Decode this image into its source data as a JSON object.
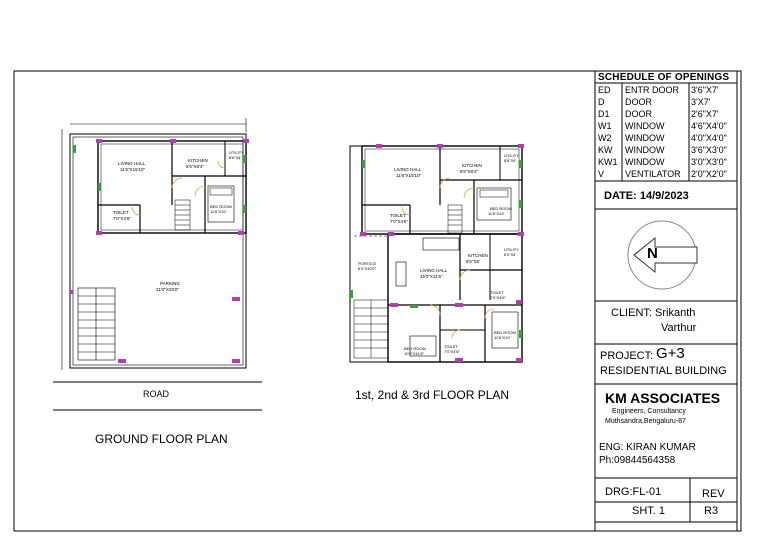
{
  "schedule": {
    "title": "SCHEDULE OF OPENINGS",
    "rows": [
      {
        "code": "ED",
        "name": "ENTR DOOR",
        "size": "3'6\"X7'"
      },
      {
        "code": "D",
        "name": "DOOR",
        "size": "3'X7'"
      },
      {
        "code": "D1",
        "name": "DOOR",
        "size": "2'6\"X7'"
      },
      {
        "code": "W1",
        "name": "WINDOW",
        "size": "4'6\"X4'0\""
      },
      {
        "code": "W2",
        "name": "WINDOW",
        "size": "4'0\"X4'0\""
      },
      {
        "code": "KW",
        "name": "WINDOW",
        "size": "3'6\"X3'0\""
      },
      {
        "code": "KW1",
        "name": "WINDOW",
        "size": "3'0\"X3'0\""
      },
      {
        "code": "V",
        "name": "VENTILATOR",
        "size": "2'0\"X2'0\""
      }
    ]
  },
  "date": "DATE: 14/9/2023",
  "north": "N",
  "client": {
    "label": "CLIENT: Srikanth",
    "name": "Varthur"
  },
  "project": {
    "label": "PROJECT:",
    "value": "G+3",
    "line2": "RESIDENTIAL BUILDING"
  },
  "company": {
    "name": "KM ASSOCIATES",
    "line1": "Engineers, Consultancy",
    "line2": "Muthsandra,Bengaluru-87"
  },
  "engineer": {
    "name": "ENG: KIRAN KUMAR",
    "phone": "Ph:09844564358"
  },
  "drawing": {
    "number": "DRG:FL-01",
    "sheet": "SHT. 1",
    "rev_label": "REV",
    "rev": "R3"
  },
  "ground_plan": {
    "title": "GROUND FLOOR PLAN",
    "road": "ROAD",
    "rooms": {
      "living": "LIVING HALL",
      "living_size": "11'6\"X15'10\"",
      "kitchen": "KITCHEN",
      "kitchen_size": "8'6\"X8'4\"",
      "utility": "UTILITY",
      "utility_size": "8'6\"X4'",
      "bedroom": "BED ROOM",
      "bedroom_size": "11'6\"X10'",
      "toilet": "TOILET",
      "toilet_size": "7'0\"X4'6\"",
      "parking": "PARKING",
      "parking_size": "21'0\"X25'0\""
    }
  },
  "upper_plan": {
    "title": "1st, 2nd & 3rd FLOOR PLAN",
    "rooms": {
      "living_a": "LIVING HALL",
      "living_a_size": "11'6\"X15'10\"",
      "kitchen_a": "KITCHEN",
      "kitchen_a_size": "8'6\"X8'4\"",
      "utility_a": "UTILITY",
      "utility_a_size": "8'6\"X4'",
      "bedroom_a": "BED ROOM",
      "bedroom_a_size": "11'6\"X10'",
      "toilet_a": "TOILET",
      "toilet_a_size": "7'0\"X4'6\"",
      "portico": "PORTICO",
      "portico_size": "6'0\"X10'0\"",
      "living_b": "LIVING HALL",
      "living_b_size": "15'0\"X11'6\"",
      "kitchen_b": "KITCHEN",
      "kitchen_b_size": "8'6\"X8'",
      "utility_b": "UTILITY",
      "utility_b_size": "6'0\"X4'",
      "toilet_b": "TOILET",
      "toilet_b_size": "7'0\"X4'6\"",
      "bedroom_b": "BED ROOM",
      "bedroom_b_size": "11'6\"X10'",
      "bedroom_c": "BED ROOM",
      "bedroom_c_size": "10'0\"X11'6\"",
      "toilet_c": "TOILET",
      "toilet_c_size": "7'0\"X4'6\""
    }
  }
}
